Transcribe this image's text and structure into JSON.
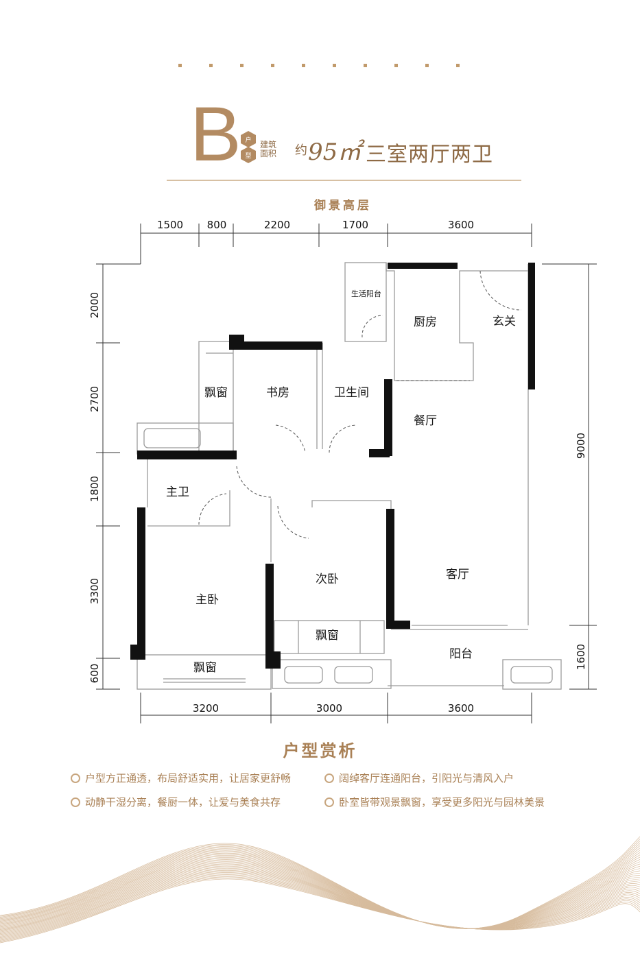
{
  "header": {
    "unit_letter": "B",
    "unit_badge": [
      "户",
      "型"
    ],
    "area_label": "建筑面积",
    "approx_symbol": "约",
    "area_value": "95㎡",
    "room_type": "三室两厅两卫",
    "sub_title": "御景高层"
  },
  "plan": {
    "rooms": {
      "utility_balcony": "生活阳台",
      "kitchen": "厨房",
      "entrance": "玄关",
      "bay_window": "飘窗",
      "study": "书房",
      "bathroom": "卫生间",
      "dining": "餐厅",
      "master_bath": "主卫",
      "master_bedroom": "主卧",
      "second_bedroom": "次卧",
      "living_room": "客厅",
      "balcony": "阳台"
    },
    "dims_top": [
      "1500",
      "800",
      "2200",
      "1700",
      "3600"
    ],
    "dims_bottom": [
      "3200",
      "3000",
      "3600"
    ],
    "dims_left": [
      "2000",
      "2700",
      "1800",
      "3300",
      "600"
    ],
    "dims_right": [
      "9000",
      "1600"
    ]
  },
  "analysis": {
    "title": "户型赏析",
    "points": [
      "户型方正通透，布局舒适实用，让居家更舒畅",
      "阔绰客厅连通阳台，引阳光与清风入户",
      "动静干湿分离，餐厨一体，让爱与美食共存",
      "卧室皆带观景飘窗，享受更多阳光与园林美景"
    ]
  },
  "colors": {
    "accent": "#b38b62",
    "wall": "#111111",
    "accent_light": "#d7c0a3"
  }
}
